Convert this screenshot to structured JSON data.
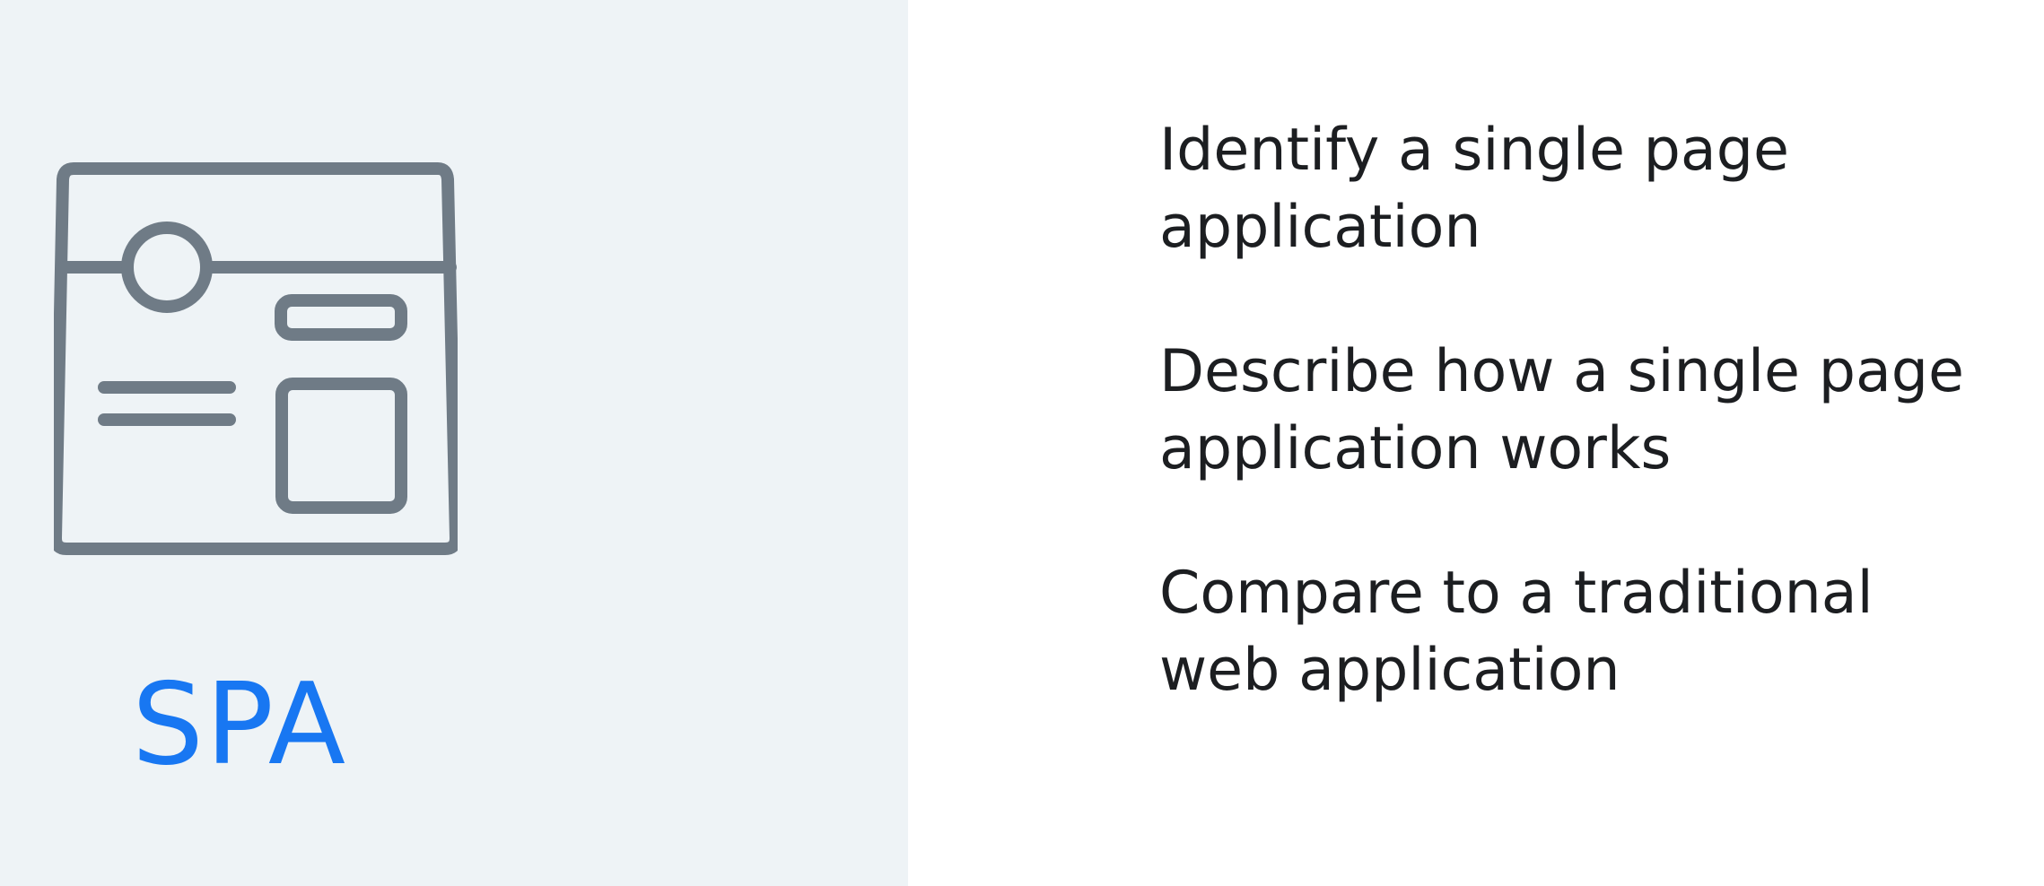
{
  "colors": {
    "left_background": "#eef3f6",
    "right_background": "#ffffff",
    "icon_stroke": "#6f7b86",
    "accent": "#1877f2",
    "text": "#1c1e21"
  },
  "hero": {
    "icon": "browser-window-icon",
    "label": "SPA"
  },
  "objectives": [
    {
      "line1": "Identify a single page",
      "line2": "application"
    },
    {
      "line1": "Describe how a single page",
      "line2": "application works"
    },
    {
      "line1": "Compare to a traditional",
      "line2": "web application"
    }
  ]
}
